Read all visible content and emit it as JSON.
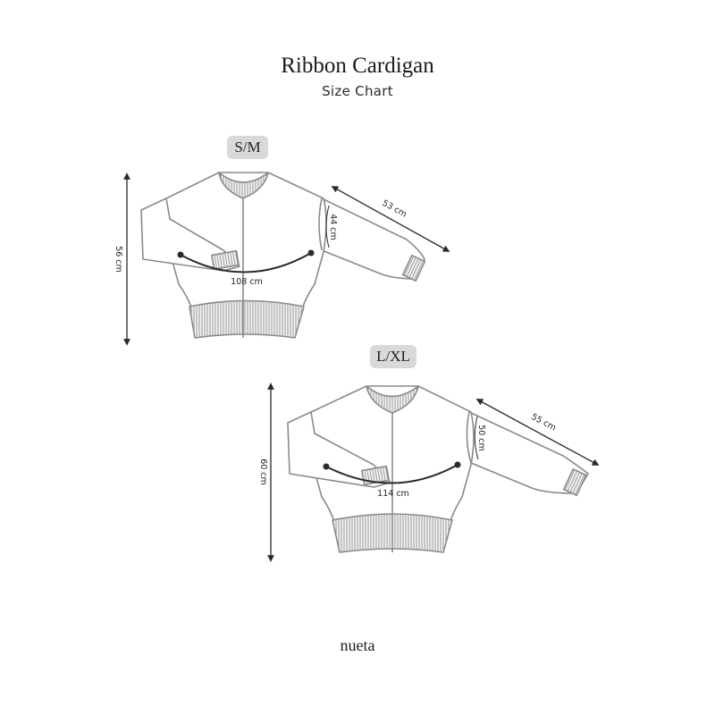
{
  "header": {
    "title": "Ribbon Cardigan",
    "subtitle": "Size Chart"
  },
  "sizes": [
    {
      "label": "S/M",
      "measurements": {
        "length": "56 cm",
        "chest": "108 cm",
        "sleeve_length": "53 cm",
        "armhole": "44 cm"
      }
    },
    {
      "label": "L/XL",
      "measurements": {
        "length": "60 cm",
        "chest": "114 cm",
        "sleeve_length": "55 cm",
        "armhole": "50 cm"
      }
    }
  ],
  "footer": {
    "brand": "nueta"
  },
  "colors": {
    "outline": "#8a8a8a",
    "rib": "#b0b0b0",
    "badge_bg": "#d9d9d9",
    "arrow": "#2a2a2a"
  }
}
